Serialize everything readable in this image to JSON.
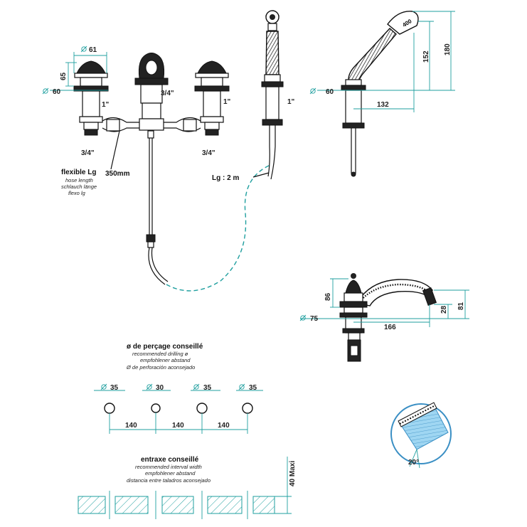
{
  "colors": {
    "dimension": "#1f9f9f",
    "line": "#111111",
    "detail_fill": "#9fd6f2"
  },
  "faucet_front": {
    "dim_61": "61",
    "dim_65": "65",
    "dim_60": "60",
    "thread_left_top": "1\"",
    "thread_center": "3/4\"",
    "thread_right_top": "1\"",
    "thread_left_bottom": "3/4\"",
    "thread_right_bottom": "3/4\"",
    "hose_len": "350mm",
    "flexible_title": "flexible Lg",
    "flexible_lines": [
      "hose length",
      "schlauch länge",
      "flexo lg"
    ]
  },
  "handshower": {
    "thread": "1\"",
    "lg": "Lg : 2 m"
  },
  "handshower_side": {
    "dim_60": "60",
    "dim_132": "132",
    "dim_152": "152",
    "dim_180": "180",
    "head_text": "400"
  },
  "spout_side": {
    "dim_86": "86",
    "dim_75": "75",
    "dim_166": "166",
    "dim_28": "28",
    "dim_81": "81"
  },
  "drilling": {
    "title": "ø de perçage conseillé",
    "lines": [
      "recommended drilling ø",
      "empfohlener abstand",
      "Ø de perforación aconsejado"
    ],
    "diameters": [
      "35",
      "30",
      "35",
      "35"
    ],
    "spacings": [
      "140",
      "140",
      "140"
    ]
  },
  "interval": {
    "title": "entraxe conseillé",
    "lines": [
      "recommended interval width",
      "empfohlener abstand",
      "distancia entre taladros aconsejado"
    ],
    "max_label": "40 Maxi"
  },
  "detail": {
    "angle": "20°"
  }
}
